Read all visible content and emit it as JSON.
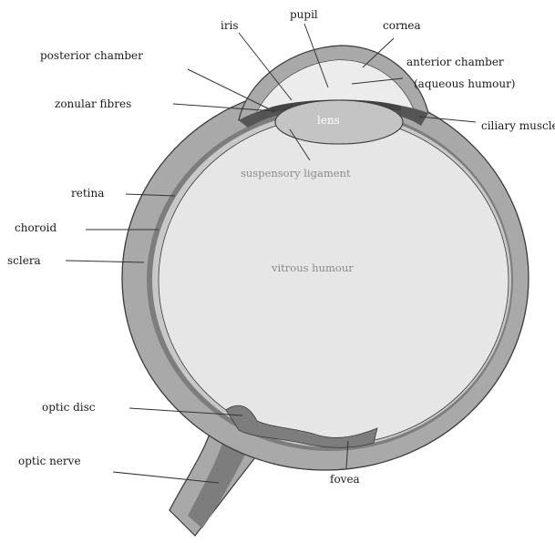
{
  "colors": {
    "sclera": "#a9a9a9",
    "choroid": "#7d7d7d",
    "retina": "#c8c8c8",
    "vitreous": "#e6e6e6",
    "cornea": "#a9a9a9",
    "anterior_chamber": "#ececec",
    "lens": "#c4c4c4",
    "ciliary": "#555555",
    "optic_nerve": "#7d7d7d",
    "outline": "#3a3a3a"
  },
  "labels": {
    "pupil": "pupil",
    "iris": "iris",
    "cornea": "cornea",
    "posterior_chamber": "posterior chamber",
    "anterior_chamber_line1": "anterior chamber",
    "anterior_chamber_line2": "(aqueous humour)",
    "zonular_fibres": "zonular fibres",
    "ciliary_muscle": "ciliary muscle",
    "lens": "lens",
    "suspensory_ligament": "suspensory ligament",
    "retina": "retina",
    "choroid": "choroid",
    "sclera": "sclera",
    "vitrous_humour": "vitrous humour",
    "optic_disc": "optic disc",
    "optic_nerve": "optic nerve",
    "fovea": "fovea"
  }
}
